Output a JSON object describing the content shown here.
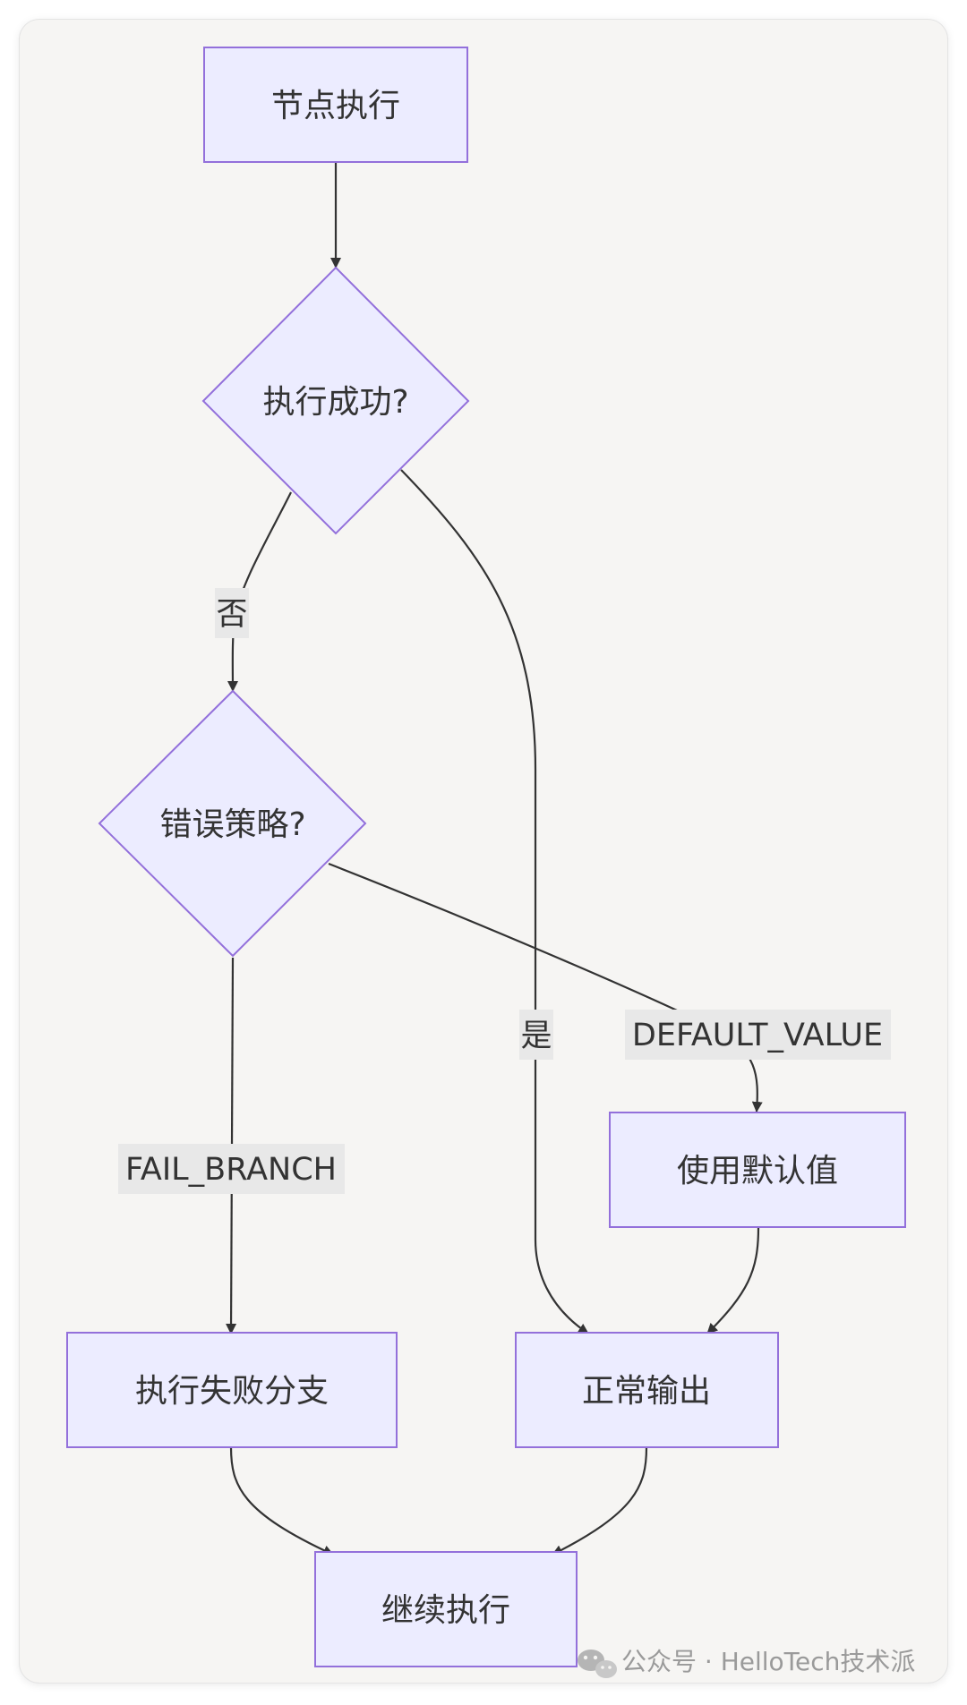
{
  "diagram": {
    "nodes": {
      "start": "节点执行",
      "success_check": "执行成功?",
      "error_strategy": "错误策略?",
      "use_default": "使用默认值",
      "fail_branch": "执行失败分支",
      "normal_output": "正常输出",
      "continue": "继续执行"
    },
    "edges": {
      "no": "否",
      "yes": "是",
      "default_value": "DEFAULT_VALUE",
      "fail_branch": "FAIL_BRANCH"
    },
    "colors": {
      "node_fill": "#ececff",
      "node_stroke": "#9370db",
      "edge": "#333333",
      "label_bg": "#e8e8e8",
      "canvas": "#f6f5f3"
    }
  },
  "watermark": {
    "icon": "wechat-icon",
    "text": "公众号 · HelloTech技术派"
  }
}
